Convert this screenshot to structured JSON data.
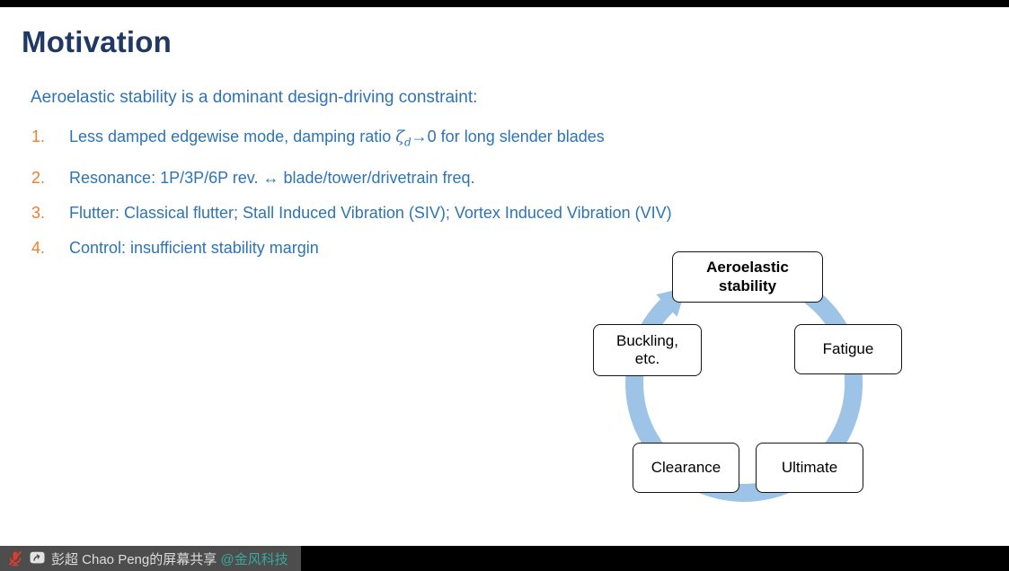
{
  "slide": {
    "title": "Motivation",
    "subtitle": "Aeroelastic stability is a dominant design-driving constraint:",
    "list": [
      {
        "number": "1.",
        "pre": "Less damped edgewise mode, damping ratio ",
        "symbol": "ζ",
        "subscript": "d",
        "post": "→0 for long slender blades"
      },
      {
        "number": "2.",
        "text": "Resonance: 1P/3P/6P rev. ↔ blade/tower/drivetrain freq."
      },
      {
        "number": "3.",
        "text": "Flutter: Classical flutter; Stall Induced Vibration (SIV); Vortex Induced Vibration (VIV)"
      },
      {
        "number": "4.",
        "text": "Control: insufficient stability margin"
      }
    ],
    "diagram": {
      "ring_color": "#9DC3E6",
      "nodes": [
        {
          "label": "Aeroelastic stability"
        },
        {
          "label": "Fatigue"
        },
        {
          "label": "Ultimate"
        },
        {
          "label": "Clearance"
        },
        {
          "label": "Buckling, etc."
        }
      ]
    },
    "colors": {
      "title": "#1F3864",
      "body_text": "#2E74B5",
      "list_number": "#ED7D31",
      "node_border": "#141414"
    }
  },
  "share_bar": {
    "name_label": "彭超 Chao Peng的屏幕共享 ",
    "mention": "@金风科技",
    "mention_color": "#3BA79D",
    "mic_status": "muted",
    "mic_color": "#E23B2E"
  }
}
